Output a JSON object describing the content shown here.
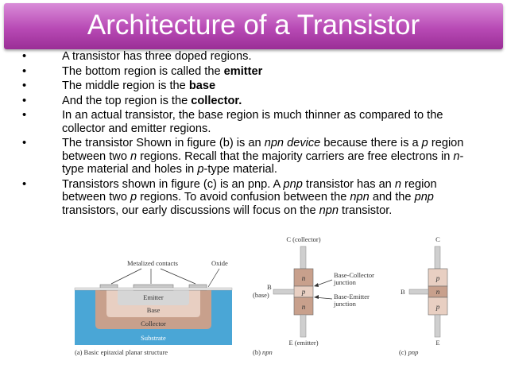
{
  "slide": {
    "title": "Architecture of a Transistor",
    "bullets": [
      {
        "parts": [
          {
            "t": "A transistor has three doped regions."
          }
        ]
      },
      {
        "parts": [
          {
            "t": "The bottom region is called the "
          },
          {
            "t": "emitter",
            "b": true
          }
        ]
      },
      {
        "parts": [
          {
            "t": "The middle region is the "
          },
          {
            "t": "base",
            "b": true
          }
        ]
      },
      {
        "parts": [
          {
            "t": " And the top region is the "
          },
          {
            "t": "collector.",
            "b": true
          }
        ]
      },
      {
        "parts": [
          {
            "t": "In an actual transistor, the base region is much thinner as compared to the collector and emitter regions."
          }
        ]
      },
      {
        "parts": [
          {
            "t": "The transistor Shown in figure (b) is an "
          },
          {
            "t": "npn device",
            "i": true
          },
          {
            "t": " because there is a "
          },
          {
            "t": "p",
            "i": true
          },
          {
            "t": " region between two "
          },
          {
            "t": "n",
            "i": true
          },
          {
            "t": " regions. Recall that the majority carriers are free electrons in "
          },
          {
            "t": "n",
            "i": true
          },
          {
            "t": "-type material and holes in "
          },
          {
            "t": "p",
            "i": true
          },
          {
            "t": "-type material."
          }
        ]
      },
      {
        "parts": [
          {
            "t": "Transistors shown in figure (c) is an pnp. A "
          },
          {
            "t": "pnp",
            "i": true
          },
          {
            "t": " transistor has an "
          },
          {
            "t": "n",
            "i": true
          },
          {
            "t": " region between two "
          },
          {
            "t": "p",
            "i": true
          },
          {
            "t": " regions. To avoid confusion between the "
          },
          {
            "t": "npn",
            "i": true
          },
          {
            "t": " and the "
          },
          {
            "t": "pnp",
            "i": true
          },
          {
            "t": " transistors, our early discussions will focus on the "
          },
          {
            "t": "npn",
            "i": true
          },
          {
            "t": " transistor."
          }
        ]
      }
    ]
  },
  "figure_a": {
    "metalized_contacts": "Metalized contacts",
    "oxide": "Oxide",
    "emitter": "Emitter",
    "base": "Base",
    "collector": "Collector",
    "substrate": "Substrate",
    "caption": "(a) Basic epitaxial planar structure"
  },
  "figure_b": {
    "collector": "C (collector)",
    "base_b": "B",
    "base_word": "(base)",
    "emitter": "E (emitter)",
    "region_top": "n",
    "region_mid": "p",
    "region_bot": "n",
    "bc_junction_1": "Base-Collector",
    "bc_junction_2": "junction",
    "be_junction_1": "Base-Emitter",
    "be_junction_2": "junction",
    "caption_prefix": "(b) ",
    "caption_type": "npn"
  },
  "figure_c": {
    "collector": "C",
    "base": "B",
    "emitter": "E",
    "region_top": "p",
    "region_mid": "n",
    "region_bot": "p",
    "caption_prefix": "(c) ",
    "caption_type": "pnp"
  },
  "colors": {
    "title_bar": "#b84ab5",
    "substrate": "#4aa6d6",
    "collector": "#c8a08c",
    "base": "#e8cfc2",
    "emitter": "#d6d6d6",
    "metal": "#c9c9c9",
    "lead": "#cfcfcf"
  }
}
